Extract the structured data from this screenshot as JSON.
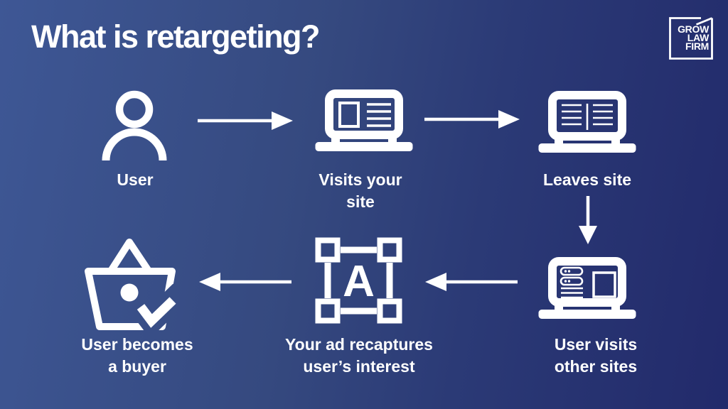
{
  "title": "What is retargeting?",
  "logo": {
    "lines": [
      "GROW",
      "LAW",
      "FIRM"
    ]
  },
  "colors": {
    "background_left": "#3e5795",
    "background_right": "#222a6b",
    "foreground": "#ffffff"
  },
  "diagram": {
    "ad_letter": "A",
    "steps": [
      {
        "name": "user",
        "icon": "person-icon",
        "lines": [
          "User",
          ""
        ]
      },
      {
        "name": "visits-your-site",
        "icon": "laptop-browser-icon",
        "lines": [
          "Visits your",
          "site"
        ]
      },
      {
        "name": "leaves-site",
        "icon": "laptop-article-icon",
        "lines": [
          "Leaves site",
          ""
        ]
      },
      {
        "name": "user-visits-other-sites",
        "icon": "laptop-other-sites-icon",
        "lines": [
          "User visits",
          "other sites"
        ]
      },
      {
        "name": "ad-recaptures-interest",
        "icon": "ad-frame-icon",
        "lines": [
          "Your ad recaptures",
          "user’s interest"
        ]
      },
      {
        "name": "user-becomes-buyer",
        "icon": "basket-check-icon",
        "lines": [
          "User becomes",
          "a buyer"
        ]
      }
    ]
  }
}
